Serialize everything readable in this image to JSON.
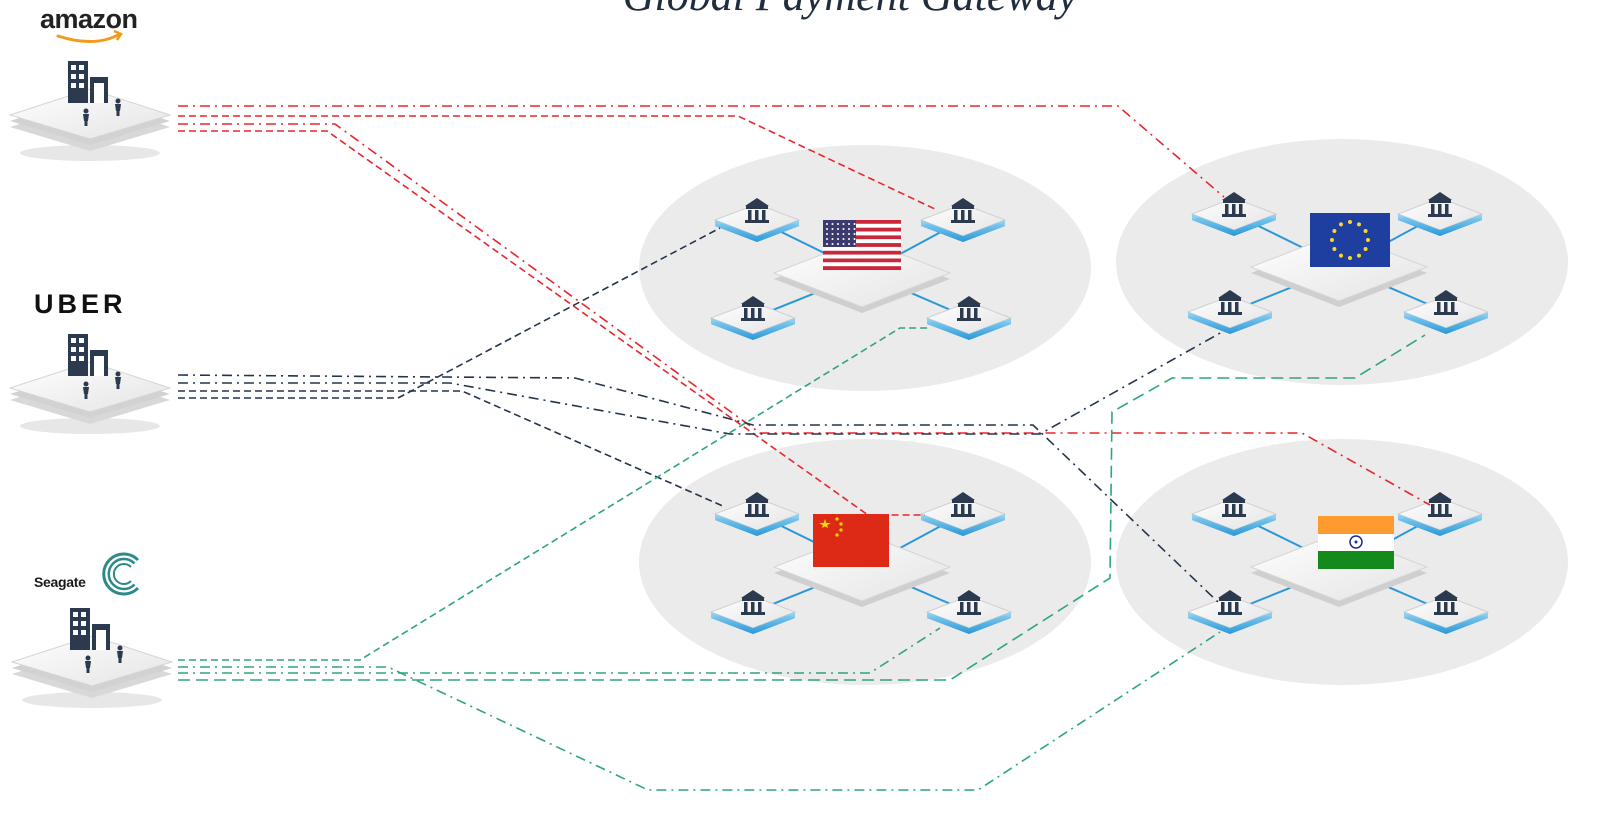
{
  "title": "Global Payment Gateway",
  "companies": [
    {
      "name": "amazon",
      "line_color": "#e8262d"
    },
    {
      "name": "UBER",
      "line_color": "#24344d"
    },
    {
      "name": "Seagate",
      "line_color": "#2fa57a"
    }
  ],
  "regions": [
    {
      "id": "us",
      "flag": "flag-usa"
    },
    {
      "id": "eu",
      "flag": "flag-eu"
    },
    {
      "id": "cn",
      "flag": "flag-china"
    },
    {
      "id": "in",
      "flag": "flag-india"
    }
  ],
  "colors": {
    "amazon": "#e8262d",
    "uber": "#24344d",
    "seagate": "#2fa57a",
    "hub_ellipse": "#ebebeb",
    "link_blue": "#2a98d8",
    "bank_icon": "#2b3a4f"
  }
}
